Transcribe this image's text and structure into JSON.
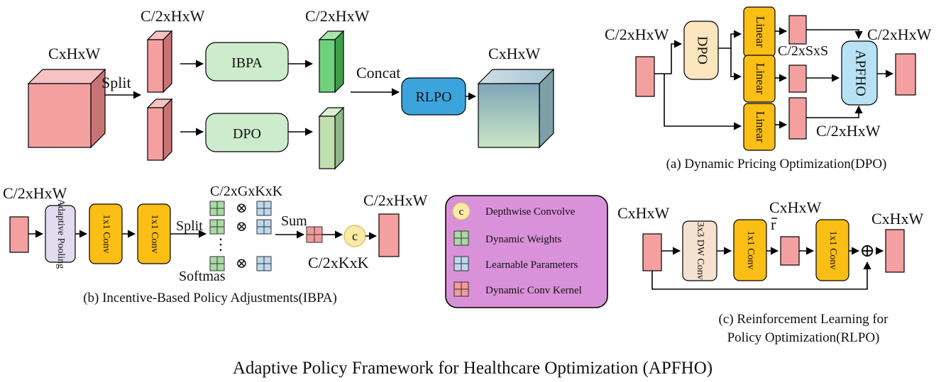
{
  "title": "Adaptive Policy Framework for Healthcare Optimization (APFHO)",
  "top": {
    "input_label": "CxHxW",
    "split_label": "Split",
    "upper_in_label": "C/2xHxW",
    "upper_out_label": "C/2xHxW",
    "ibpa_block": "IBPA",
    "dpo_block": "DPO",
    "concat_label": "Concat",
    "rlpo_block": "RLPO",
    "output_label": "CxHxW"
  },
  "dpo_panel": {
    "caption": "(a) Dynamic Pricing Optimization(DPO)",
    "input_label": "C/2xHxW",
    "dpo_block": "DPO",
    "linear_1": "Linear",
    "linear_2": "Linear",
    "linear_3": "Linear",
    "mid_label": "C/2xSxS",
    "apfho_block": "APFHO",
    "out_label": "C/2xHxW",
    "bottom_label": "C/2xHxW"
  },
  "ibpa_panel": {
    "caption": "(b) Incentive-Based Policy Adjustments(IBPA)",
    "input_label": "C/2xHxW",
    "pool_block": "Adaptive Pooling",
    "conv1_block": "1x1 Conv",
    "conv2_block": "1x1 Conv",
    "split_label": "Split",
    "softmax_label": "Softmas",
    "gk_label": "C/2xGxKxK",
    "sum_label": "Sum",
    "c_symbol": "c",
    "kk_label": "C/2xKxK",
    "out_label": "C/2xHxW",
    "otimes": "⊗",
    "dots": "⋮"
  },
  "legend": {
    "items": [
      {
        "label": "Depthwise Convolve",
        "color": "#faeaa6"
      },
      {
        "label": "Dynamic Weights",
        "color": "#a9dba4"
      },
      {
        "label": "Learnable Parameters",
        "color": "#bcd9ee"
      },
      {
        "label": "Dynamic Conv Kernel",
        "color": "#f29a9a"
      }
    ],
    "c_symbol": "c",
    "bg_color": "#d991d9"
  },
  "rlpo_panel": {
    "caption_line1": "(c) Reinforcement Learning for",
    "caption_line2": "Policy Optimization(RLPO)",
    "input_label": "CxHxW",
    "dwconv_block": "3x3 DW Conv",
    "conv1_block": "1x1 Conv",
    "mid_label": "CxHxW",
    "r_bar": "r",
    "conv2_block": "1x1 Conv",
    "out_label": "CxHxW",
    "oplus": "⊕"
  },
  "colors": {
    "pink": "#f4a0a0",
    "orange": "#fbbe14",
    "green_light": "#cdeccd",
    "green_mid": "#6fd27a",
    "green_pale": "#c0e0b0",
    "blue": "#3ca4dc",
    "light_blue": "#b7e2f4",
    "cream": "#fce6be",
    "lavender": "#e3dbef",
    "peach": "#f4e1d0"
  }
}
